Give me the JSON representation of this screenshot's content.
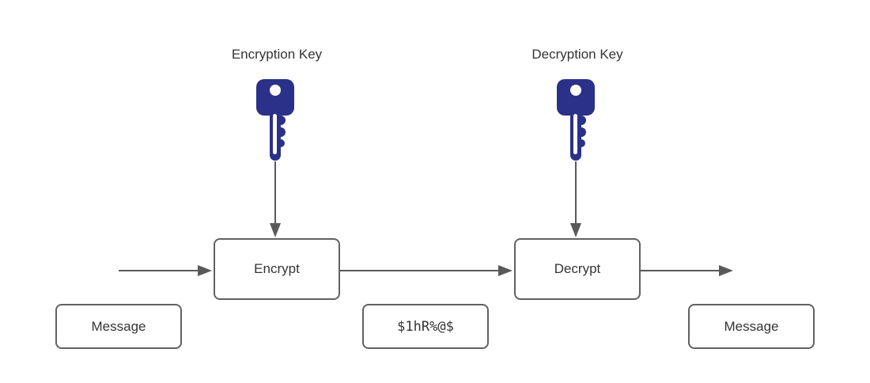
{
  "diagram": {
    "title_implicit": "Encryption / Decryption flow",
    "colors": {
      "background": "#ffffff",
      "key_fill": "#2b3188",
      "key_hole": "#ffffff",
      "box_border": "#616161",
      "arrow": "#595959",
      "text": "#343434"
    },
    "labels": {
      "encryption_key": "Encryption Key",
      "decryption_key": "Decryption Key"
    },
    "nodes": {
      "encrypt": "Encrypt",
      "decrypt": "Decrypt",
      "message_left": "Message",
      "cipher_text": "$1hR%@$",
      "message_right": "Message"
    },
    "icons": {
      "encryption_key_icon": "key-icon",
      "decryption_key_icon": "key-icon"
    },
    "flow": [
      "Message -> Encrypt (input arrow)",
      "Encryption Key -> Encrypt (key arrow)",
      "Encrypt -> Decrypt (cipher text $1hR%@$ travels between)",
      "Decryption Key -> Decrypt (key arrow)",
      "Decrypt -> Message (output arrow)"
    ]
  }
}
